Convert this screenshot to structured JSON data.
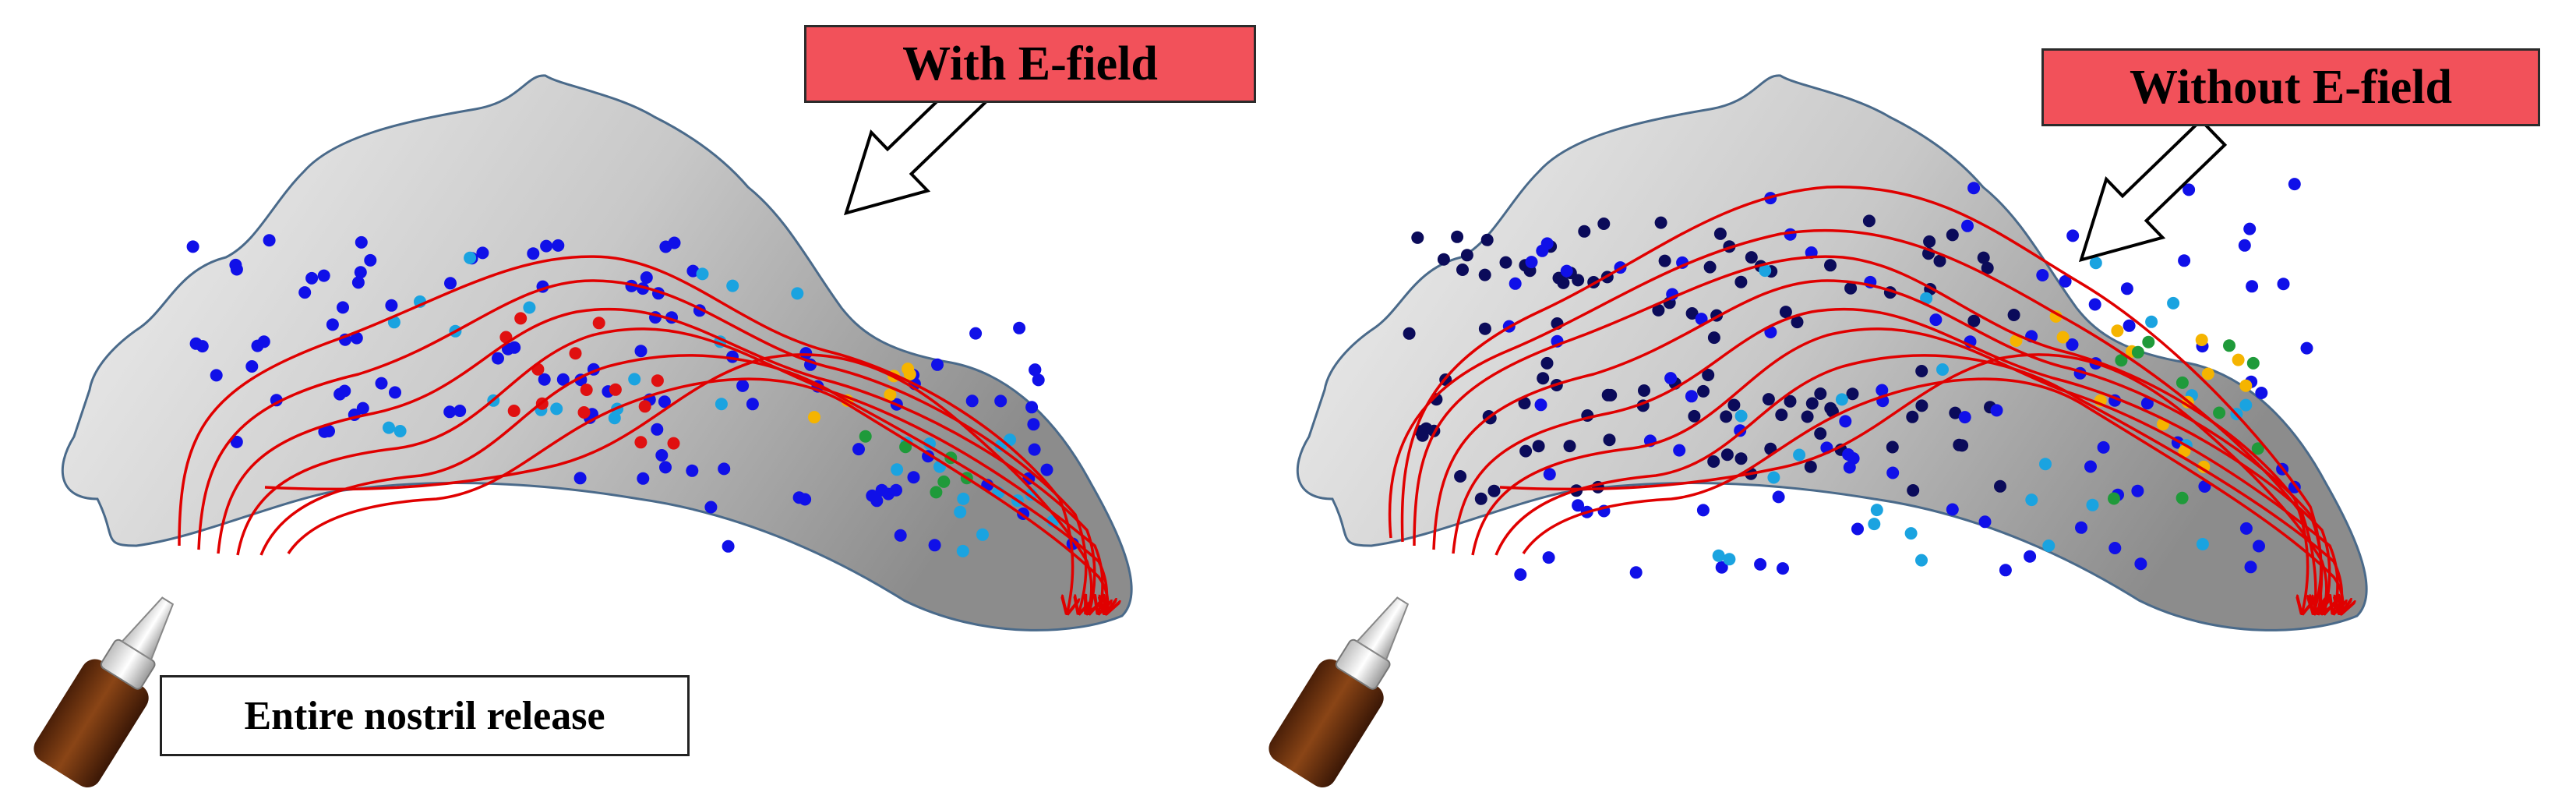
{
  "labels": {
    "left_title": "With E-field",
    "right_title": "Without E-field",
    "release_note": "Entire nostril release"
  },
  "colors": {
    "label_fill": "#f2515a",
    "streamline": "#e00000",
    "particle_blue": "#1010e8",
    "particle_light_blue": "#1aa3e0",
    "particle_navy": "#0b0b5a",
    "particle_red": "#e01010",
    "particle_orange": "#f5b400",
    "particle_green": "#1f9a3a",
    "cavity_dark": "#8c8c8c",
    "cavity_light": "#f2f2f2",
    "cavity_outline": "#4a6a8a",
    "bottle_brown": "#7a3a12"
  },
  "icons": [
    "nasal-spray-bottle-icon",
    "arrow-icon"
  ]
}
